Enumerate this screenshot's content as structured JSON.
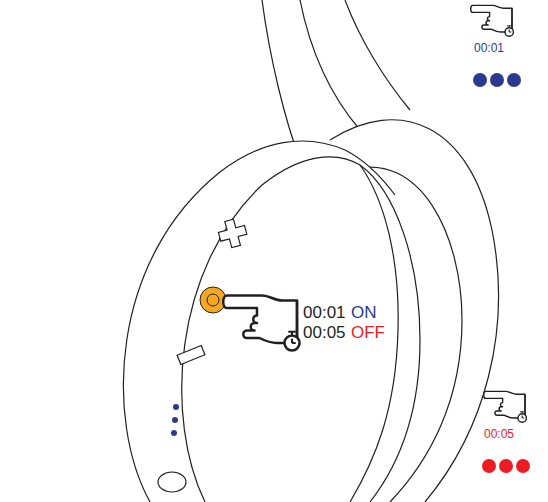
{
  "diagram": {
    "labels": [
      "00:01",
      "ON",
      "00:05",
      "OFF",
      "00:01",
      "00:05"
    ]
  }
}
